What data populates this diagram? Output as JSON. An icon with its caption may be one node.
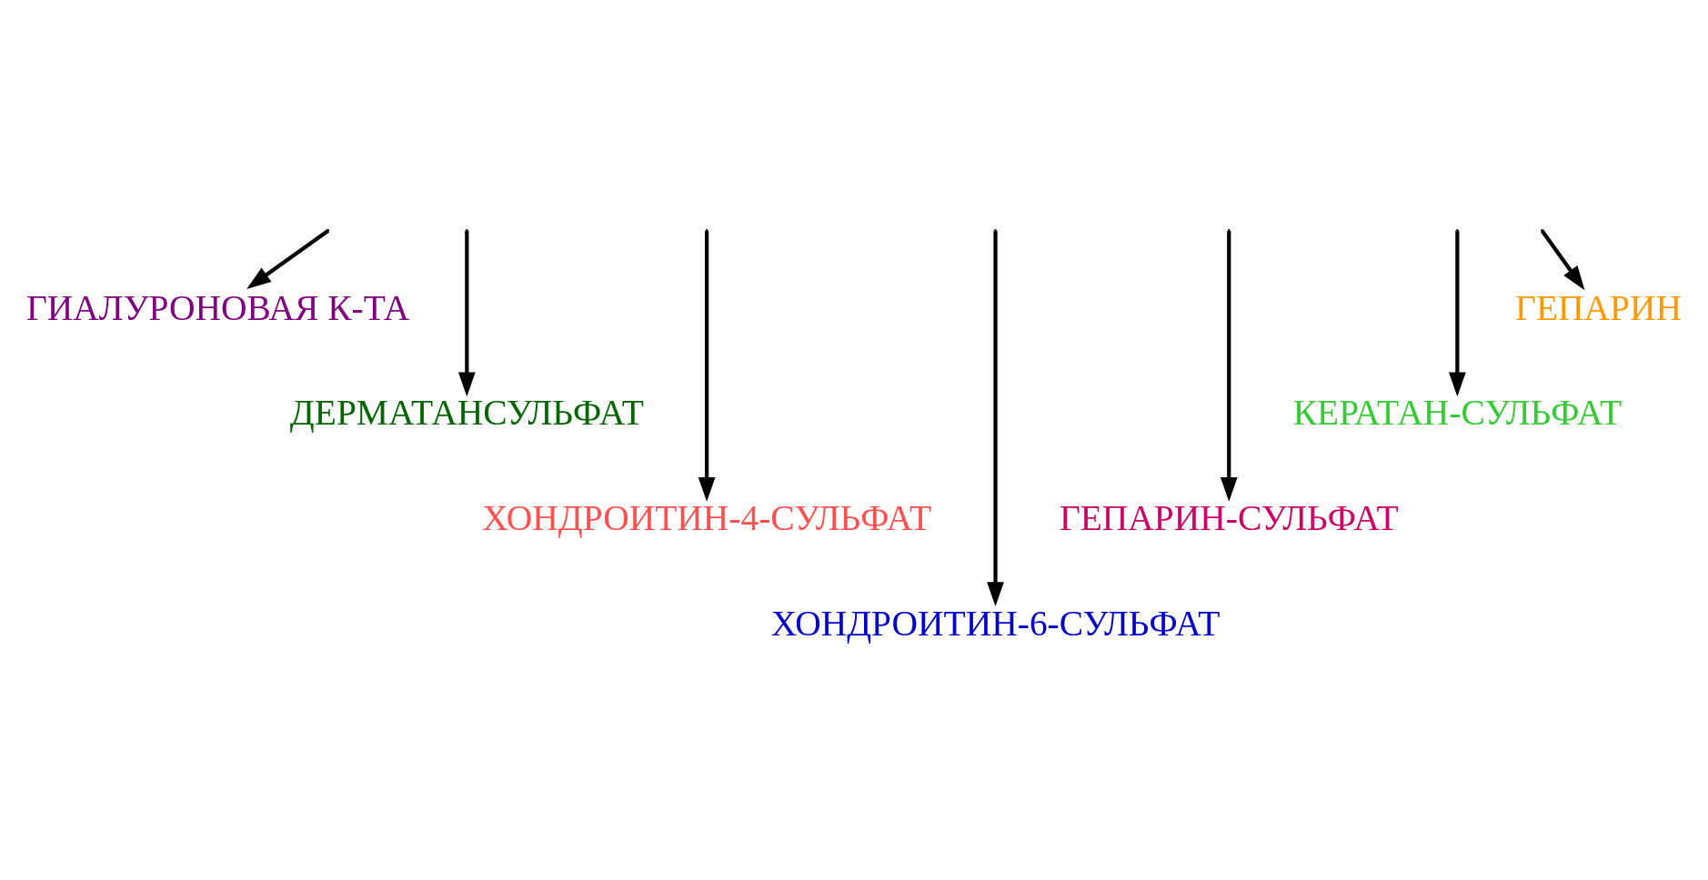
{
  "diagram": {
    "nodes": [
      {
        "text": [
          "ГИАЛУРОНОВАЯ К-ТА"
        ]
      },
      {
        "text": [
          "ГЕПАРИН"
        ]
      },
      {
        "text": [
          "КЕРАТАН-СУЛЬФАТ"
        ]
      },
      {
        "text": [
          "ДЕРМАТАНСУЛЬФАТ"
        ]
      },
      {
        "text": [
          "ГЕПАРИН-СУЛЬФАТ"
        ]
      },
      {
        "text": [
          "ХОНДРОИТИН-4-СУЛЬФАТ"
        ]
      },
      {
        "text": [
          "ХОНДРОИТИН-6-СУЛЬФАТ"
        ]
      }
    ],
    "edges": [
      {
        "from": null,
        "to": 0,
        "arrow": "to"
      },
      {
        "from": null,
        "to": 3,
        "arrow": "to"
      },
      {
        "from": null,
        "to": 5,
        "arrow": "to"
      },
      {
        "from": null,
        "to": 6,
        "arrow": "to"
      },
      {
        "from": null,
        "to": 4,
        "arrow": "to"
      },
      {
        "from": null,
        "to": 2,
        "arrow": "to"
      },
      {
        "from": null,
        "to": 1,
        "arrow": "to"
      }
    ]
  }
}
